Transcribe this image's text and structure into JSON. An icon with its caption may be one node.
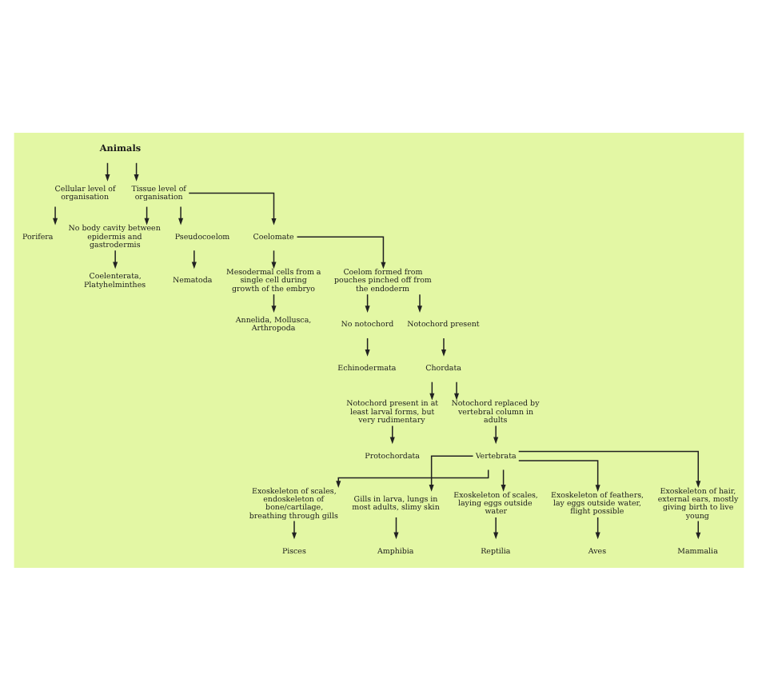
{
  "diagram": {
    "nodes": [
      {
        "text": [
          "Animals"
        ]
      },
      {
        "text": [
          "Cellular level of organisation"
        ]
      },
      {
        "text": [
          "Tissue level of organisation"
        ]
      },
      {
        "text": [
          "Porifera"
        ]
      },
      {
        "text": [
          "No body cavity between epidermis and gastrodermis"
        ]
      },
      {
        "text": [
          "Pseudocoelom"
        ]
      },
      {
        "text": [
          "Coelomate"
        ]
      },
      {
        "text": [
          "Coelenterata, Platyhelminthes"
        ]
      },
      {
        "text": [
          "Nematoda"
        ]
      },
      {
        "text": [
          "Mesodermal cells from a single cell during growth of the embryo"
        ]
      },
      {
        "text": [
          "Coelom formed from pouches pinched off from the endoderm"
        ]
      },
      {
        "text": [
          "Annelida, Mollusca, Arthropoda"
        ]
      },
      {
        "text": [
          "No notochord"
        ]
      },
      {
        "text": [
          "Notochord present"
        ]
      },
      {
        "text": [
          "Echinodermata"
        ]
      },
      {
        "text": [
          "Chordata"
        ]
      },
      {
        "text": [
          "Notochord present in at least larval forms, but very rudimentary"
        ]
      },
      {
        "text": [
          "Notochord replaced by vertebral column in adults"
        ]
      },
      {
        "text": [
          "Protochordata"
        ]
      },
      {
        "text": [
          "Vertebrata"
        ]
      },
      {
        "text": [
          "Exoskeleton of scales, endoskeleton of bone/cartilage, breathing through gills"
        ]
      },
      {
        "text": [
          "Gills in larva, lungs in most adults, slimy skin"
        ]
      },
      {
        "text": [
          "Exoskeleton of scales, laying eggs outside water"
        ]
      },
      {
        "text": [
          "Exoskeleton of feathers, lay eggs outside water, flight possible"
        ]
      },
      {
        "text": [
          "Exoskeleton of hair, external ears, mostly giving birth to live young"
        ]
      },
      {
        "text": [
          "Pisces"
        ]
      },
      {
        "text": [
          "Amphibia"
        ]
      },
      {
        "text": [
          "Reptilia"
        ]
      },
      {
        "text": [
          "Aves"
        ]
      },
      {
        "text": [
          "Mammalia"
        ]
      }
    ],
    "edges": [
      {
        "from": 0,
        "to": 1,
        "arrow": "to"
      },
      {
        "from": 0,
        "to": 2,
        "arrow": "to"
      },
      {
        "from": 1,
        "to": 3,
        "arrow": "to"
      },
      {
        "from": 2,
        "to": 4,
        "arrow": "to"
      },
      {
        "from": 2,
        "to": 5,
        "arrow": "to"
      },
      {
        "from": 2,
        "to": 6,
        "arrow": "to"
      },
      {
        "from": 4,
        "to": 7,
        "arrow": "to"
      },
      {
        "from": 5,
        "to": 8,
        "arrow": "to"
      },
      {
        "from": 6,
        "to": 9,
        "arrow": "to"
      },
      {
        "from": 6,
        "to": 10,
        "arrow": "to"
      },
      {
        "from": 9,
        "to": 11,
        "arrow": "to"
      },
      {
        "from": 10,
        "to": 12,
        "arrow": "to"
      },
      {
        "from": 10,
        "to": 13,
        "arrow": "to"
      },
      {
        "from": 12,
        "to": 14,
        "arrow": "to"
      },
      {
        "from": 13,
        "to": 15,
        "arrow": "to"
      },
      {
        "from": 15,
        "to": 16,
        "arrow": "to"
      },
      {
        "from": 15,
        "to": 17,
        "arrow": "to"
      },
      {
        "from": 16,
        "to": 18,
        "arrow": "to"
      },
      {
        "from": 17,
        "to": 19,
        "arrow": "to"
      },
      {
        "from": 19,
        "to": 20,
        "arrow": "to"
      },
      {
        "from": 19,
        "to": 21,
        "arrow": "to"
      },
      {
        "from": 19,
        "to": 22,
        "arrow": "to"
      },
      {
        "from": 19,
        "to": 23,
        "arrow": "to"
      },
      {
        "from": 19,
        "to": 24,
        "arrow": "to"
      },
      {
        "from": 20,
        "to": 25,
        "arrow": "to"
      },
      {
        "from": 21,
        "to": 26,
        "arrow": "to"
      },
      {
        "from": 22,
        "to": 27,
        "arrow": "to"
      },
      {
        "from": 23,
        "to": 28,
        "arrow": "to"
      },
      {
        "from": 24,
        "to": 29,
        "arrow": "to"
      }
    ]
  }
}
